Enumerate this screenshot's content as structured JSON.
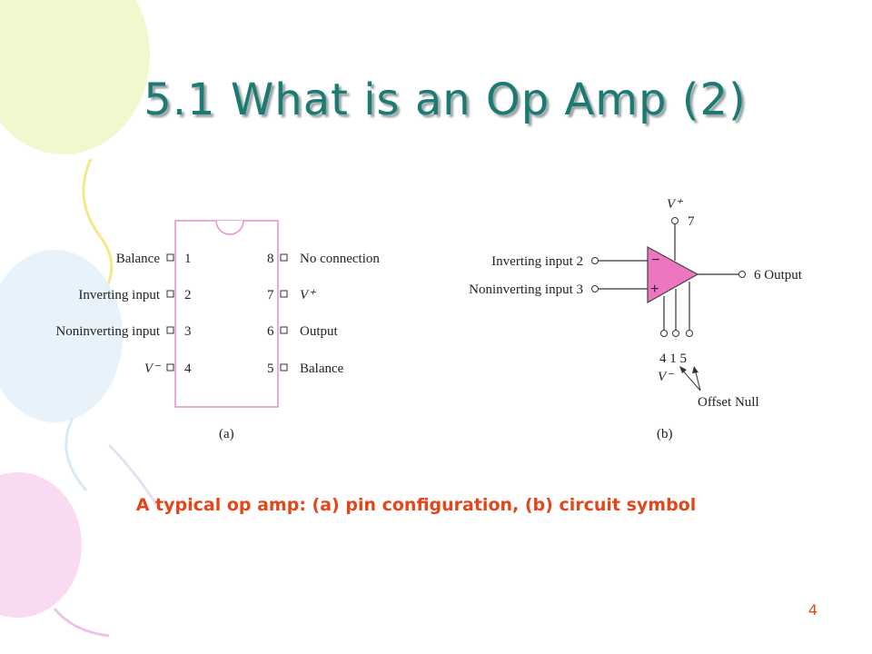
{
  "slide": {
    "title": "5.1 What is an Op Amp (2)",
    "caption": "A typical op amp: (a) pin configuration, (b) circuit symbol",
    "page_number": "4"
  },
  "colors": {
    "title": "#1b7a72",
    "caption": "#e2461a",
    "chip_outline": "#e58fc7",
    "opamp_fill": "#ee76c1"
  },
  "pin_diagram": {
    "label": "(a)",
    "left_pins": [
      {
        "name": "Balance",
        "num": "1"
      },
      {
        "name": "Inverting input",
        "num": "2"
      },
      {
        "name": "Noninverting input",
        "num": "3"
      },
      {
        "name": "V⁻",
        "num": "4"
      }
    ],
    "right_pins": [
      {
        "num": "8",
        "name": "No connection"
      },
      {
        "num": "7",
        "name": "V⁺"
      },
      {
        "num": "6",
        "name": "Output"
      },
      {
        "num": "5",
        "name": "Balance"
      }
    ]
  },
  "symbol": {
    "label": "(b)",
    "vplus": "V⁺",
    "vplus_pin": "7",
    "inverting": "Inverting input 2",
    "noninverting": "Noninverting input 3",
    "minus_sign": "−",
    "plus_sign": "+",
    "output": "6  Output",
    "bottom_pins": "4  1  5",
    "vminus": "V⁻",
    "offset_null": "Offset Null"
  }
}
